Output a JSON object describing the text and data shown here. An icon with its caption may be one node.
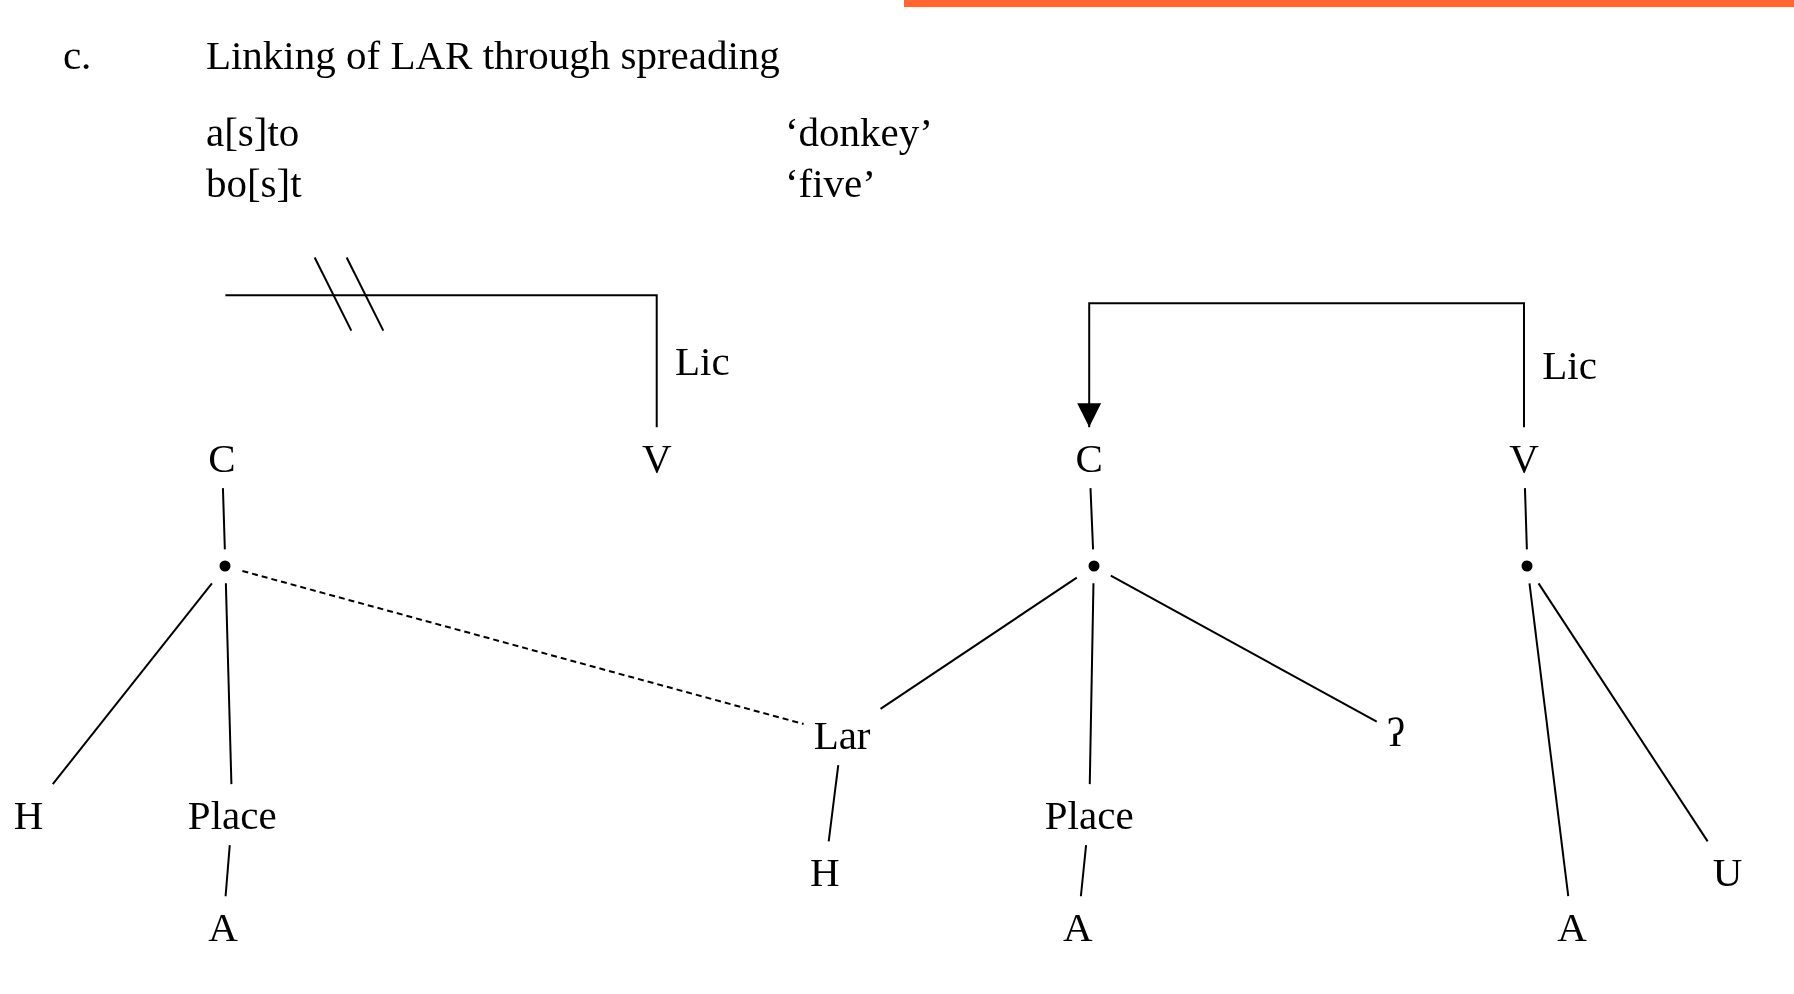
{
  "diagram": {
    "title": "Linking of LAR through spreading",
    "nodes": [
      {
        "text": [
          "C"
        ]
      },
      {
        "text": [
          "V"
        ]
      },
      {
        "text": [
          "C"
        ]
      },
      {
        "text": [
          "V"
        ]
      },
      {
        "text": [],
        "shape": "circle"
      },
      {
        "text": [],
        "shape": "circle"
      },
      {
        "text": [],
        "shape": "circle"
      },
      {
        "text": [
          "Lar"
        ]
      },
      {
        "text": [
          "ʔ"
        ]
      },
      {
        "text": [
          "H"
        ]
      },
      {
        "text": [
          "Place"
        ]
      },
      {
        "text": [
          "Place"
        ]
      },
      {
        "text": [
          "H"
        ]
      },
      {
        "text": [
          "U"
        ]
      },
      {
        "text": [
          "A"
        ]
      },
      {
        "text": [
          "A"
        ]
      },
      {
        "text": [
          "A"
        ]
      }
    ],
    "edges": [
      {
        "from": 1,
        "to": null,
        "arrow": "none",
        "label": "Lic"
      },
      {
        "from": 3,
        "to": 2,
        "arrow": "to",
        "label": "Lic"
      },
      {
        "from": 0,
        "to": 4,
        "arrow": "none"
      },
      {
        "from": 2,
        "to": 5,
        "arrow": "none"
      },
      {
        "from": 3,
        "to": 6,
        "arrow": "none"
      },
      {
        "from": 4,
        "to": 9,
        "arrow": "none"
      },
      {
        "from": 4,
        "to": 10,
        "arrow": "none"
      },
      {
        "from": 4,
        "to": 7,
        "arrow": "none",
        "style": "dashed"
      },
      {
        "from": 5,
        "to": 7,
        "arrow": "none"
      },
      {
        "from": 5,
        "to": 11,
        "arrow": "none"
      },
      {
        "from": 5,
        "to": 8,
        "arrow": "none"
      },
      {
        "from": 6,
        "to": 16,
        "arrow": "none"
      },
      {
        "from": 6,
        "to": 13,
        "arrow": "none"
      },
      {
        "from": 10,
        "to": 14,
        "arrow": "none"
      },
      {
        "from": 7,
        "to": 12,
        "arrow": "none"
      },
      {
        "from": 11,
        "to": 15,
        "arrow": "none"
      }
    ],
    "labels": [
      "c.",
      "a[s]to",
      "‘donkey’",
      "bo[s]t",
      "‘five’"
    ]
  }
}
